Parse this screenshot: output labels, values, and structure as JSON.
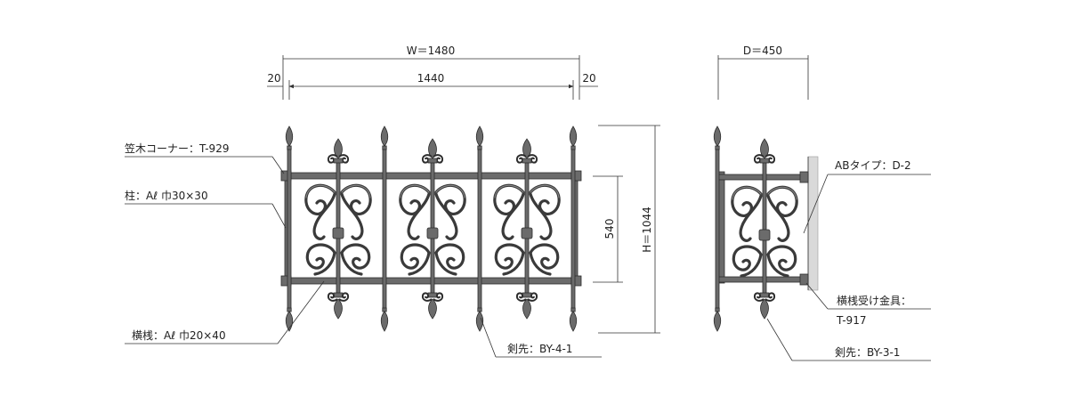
{
  "dimensions": {
    "width_total": "W＝1480",
    "side_left": "20",
    "inner": "1440",
    "side_right": "20",
    "depth": "D＝450",
    "height_total": "H＝1044",
    "panel_height": "540"
  },
  "labels": {
    "kasagi_corner": "笠木コーナー：T-929",
    "post": "柱：Aℓ 巾30×30",
    "rail": "横桟：Aℓ 巾20×40",
    "finial_front": "剣先：BY-4-1",
    "ab_type": "ABタイプ：D-2",
    "rail_bracket_line1": "横桟受け金具：",
    "rail_bracket_line2": "T-917",
    "finial_side": "剣先：BY-3-1"
  },
  "colors": {
    "metal": "#6b6b6b",
    "line": "#333333",
    "wall": "#d9d9d9"
  }
}
